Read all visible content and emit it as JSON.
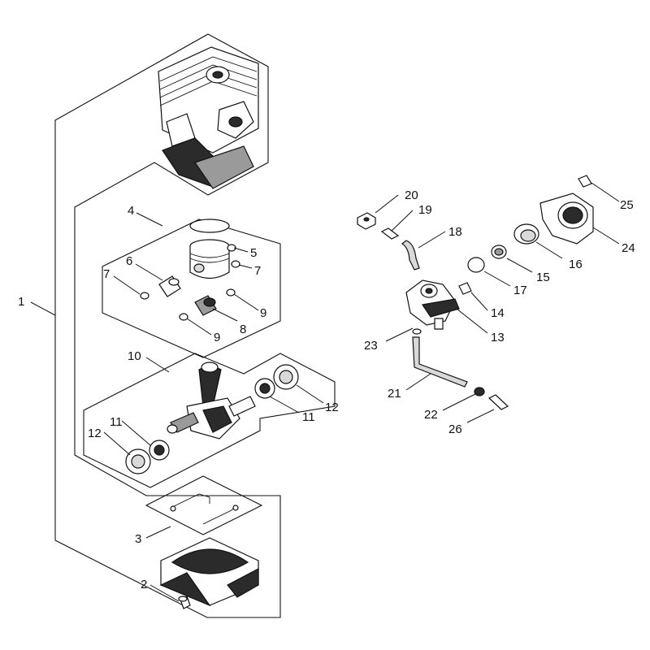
{
  "callouts": [
    {
      "id": "1",
      "label": "1"
    },
    {
      "id": "2",
      "label": "2"
    },
    {
      "id": "3",
      "label": "3"
    },
    {
      "id": "4",
      "label": "4"
    },
    {
      "id": "5",
      "label": "5"
    },
    {
      "id": "6",
      "label": "6"
    },
    {
      "id": "7a",
      "label": "7"
    },
    {
      "id": "7b",
      "label": "7"
    },
    {
      "id": "8",
      "label": "8"
    },
    {
      "id": "9a",
      "label": "9"
    },
    {
      "id": "9b",
      "label": "9"
    },
    {
      "id": "10",
      "label": "10"
    },
    {
      "id": "11a",
      "label": "11"
    },
    {
      "id": "11b",
      "label": "11"
    },
    {
      "id": "12a",
      "label": "12"
    },
    {
      "id": "12b",
      "label": "12"
    },
    {
      "id": "13",
      "label": "13"
    },
    {
      "id": "14",
      "label": "14"
    },
    {
      "id": "15",
      "label": "15"
    },
    {
      "id": "16",
      "label": "16"
    },
    {
      "id": "17",
      "label": "17"
    },
    {
      "id": "18",
      "label": "18"
    },
    {
      "id": "19",
      "label": "19"
    },
    {
      "id": "20",
      "label": "20"
    },
    {
      "id": "21",
      "label": "21"
    },
    {
      "id": "22",
      "label": "22"
    },
    {
      "id": "23",
      "label": "23"
    },
    {
      "id": "24",
      "label": "24"
    },
    {
      "id": "25",
      "label": "25"
    },
    {
      "id": "26",
      "label": "26"
    }
  ],
  "colors": {
    "line": "#111111",
    "background": "#ffffff",
    "shade": "#2b2b2b"
  }
}
